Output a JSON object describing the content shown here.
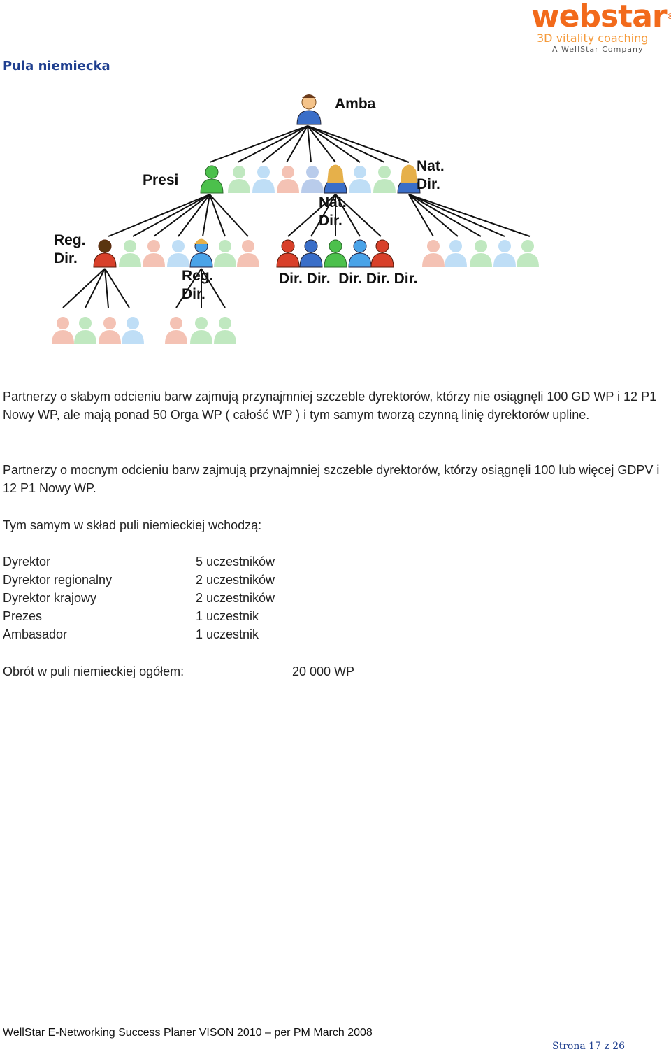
{
  "title": "Pula niemiecka",
  "logo": {
    "brand": "webstar",
    "reg": "®",
    "tagline": "3D vitality coaching",
    "company": "A WellStar Company"
  },
  "tree": {
    "root": "Amba",
    "presi": "Presi",
    "nat_dir_1": "Nat. Dir.",
    "nat_dir_2": "Nat. Dir.",
    "reg_dir_1": "Reg. Dir.",
    "reg_dir_2": "Reg. Dir.",
    "dirs": "Dir. Dir.  Dir. Dir. Dir."
  },
  "paragraphs": {
    "p1": "Partnerzy o słabym odcieniu barw zajmują przynajmniej szczeble dyrektorów, którzy nie osiągnęli 100 GD WP i 12 P1 Nowy WP, ale mają ponad 50 Orga WP ( całość WP ) i tym samym tworzą czynną linię dyrektorów upline.",
    "p2": "Partnerzy o mocnym odcieniu barw zajmują przynajmniej szczeble dyrektorów, którzy osiągnęli 100 lub więcej GDPV i 12 P1 Nowy WP.",
    "p3": "Tym samym w skład puli niemieckiej wchodzą:"
  },
  "table": [
    {
      "role": "Dyrektor",
      "count": "5 uczestników"
    },
    {
      "role": "Dyrektor regionalny",
      "count": "2 uczestników"
    },
    {
      "role": "Dyrektor krajowy",
      "count": "2 uczestników"
    },
    {
      "role": "Prezes",
      "count": "1 uczestnik"
    },
    {
      "role": "Ambasador",
      "count": "1 uczestnik"
    }
  ],
  "total": {
    "label": "Obrót w puli niemieckiej ogółem:",
    "value": "20 000 WP"
  },
  "footer": "WellStar E-Networking Success Planer VISON 2010 – per PM March 2008",
  "page": "Strona 17 z 26"
}
